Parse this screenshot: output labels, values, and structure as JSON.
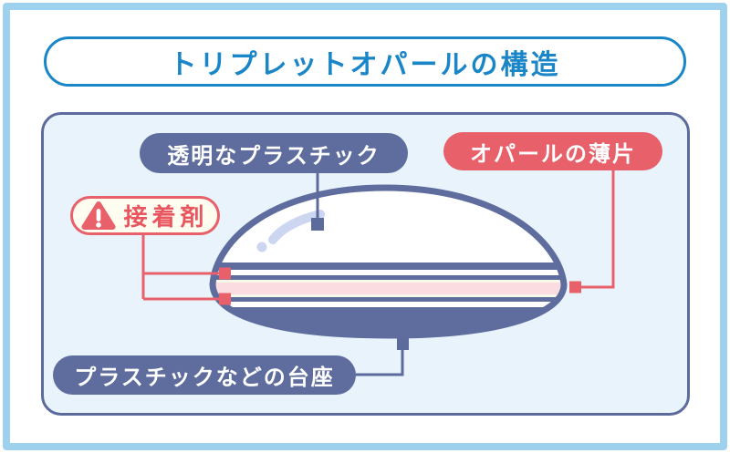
{
  "title": "トリプレットオパールの構造",
  "diagram": {
    "labels": {
      "transparent_plastic": "透明なプラスチック",
      "opal_slice": "オパールの薄片",
      "adhesive": "接着剤",
      "base": "プラスチックなどの台座"
    },
    "icons": {
      "adhesive_warning": "warning-triangle-icon"
    },
    "colors": {
      "frame_blue": "#9ed1ee",
      "title_blue": "#1a86c8",
      "panel_bg": "#e8f3fc",
      "slate": "#5e6c9e",
      "red": "#e8606a",
      "opal_pink": "#fbdce0",
      "adhesive_cream": "#f8f8e8",
      "shine_lavender": "#cdd6f0",
      "label_cream_bg": "#fffcf0"
    }
  }
}
